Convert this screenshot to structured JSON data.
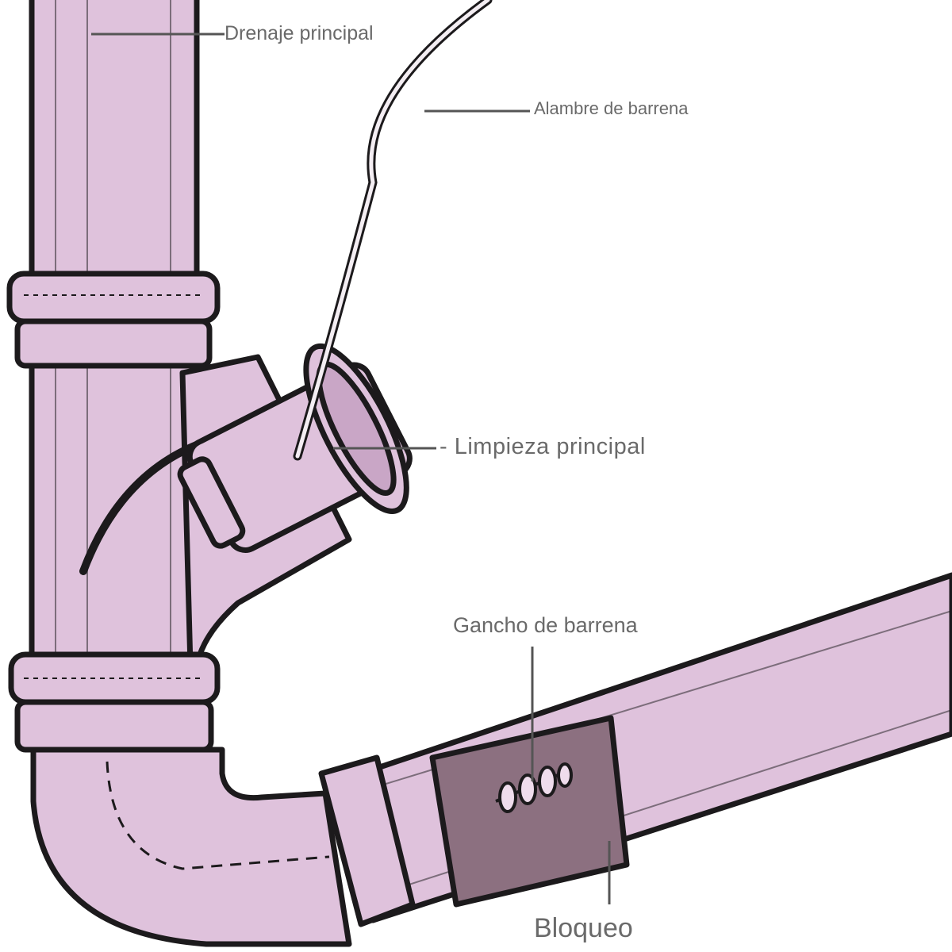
{
  "diagram": {
    "labels": {
      "main_drain": "Drenaje principal",
      "auger_wire": "Alambre de barrena",
      "main_cleanout": "- Limpieza principal",
      "auger_hook": "Gancho de barrena",
      "blockage": "Bloqueo"
    },
    "colors": {
      "pipe_fill": "#dfc2dc",
      "pipe_shade": "#c9a6c6",
      "pipe_highlight": "#efdcec",
      "outline": "#1c1a1c",
      "cutaway_interior": "#8c7080",
      "label_text": "#6a6a6a",
      "leader_line": "#555555"
    }
  }
}
